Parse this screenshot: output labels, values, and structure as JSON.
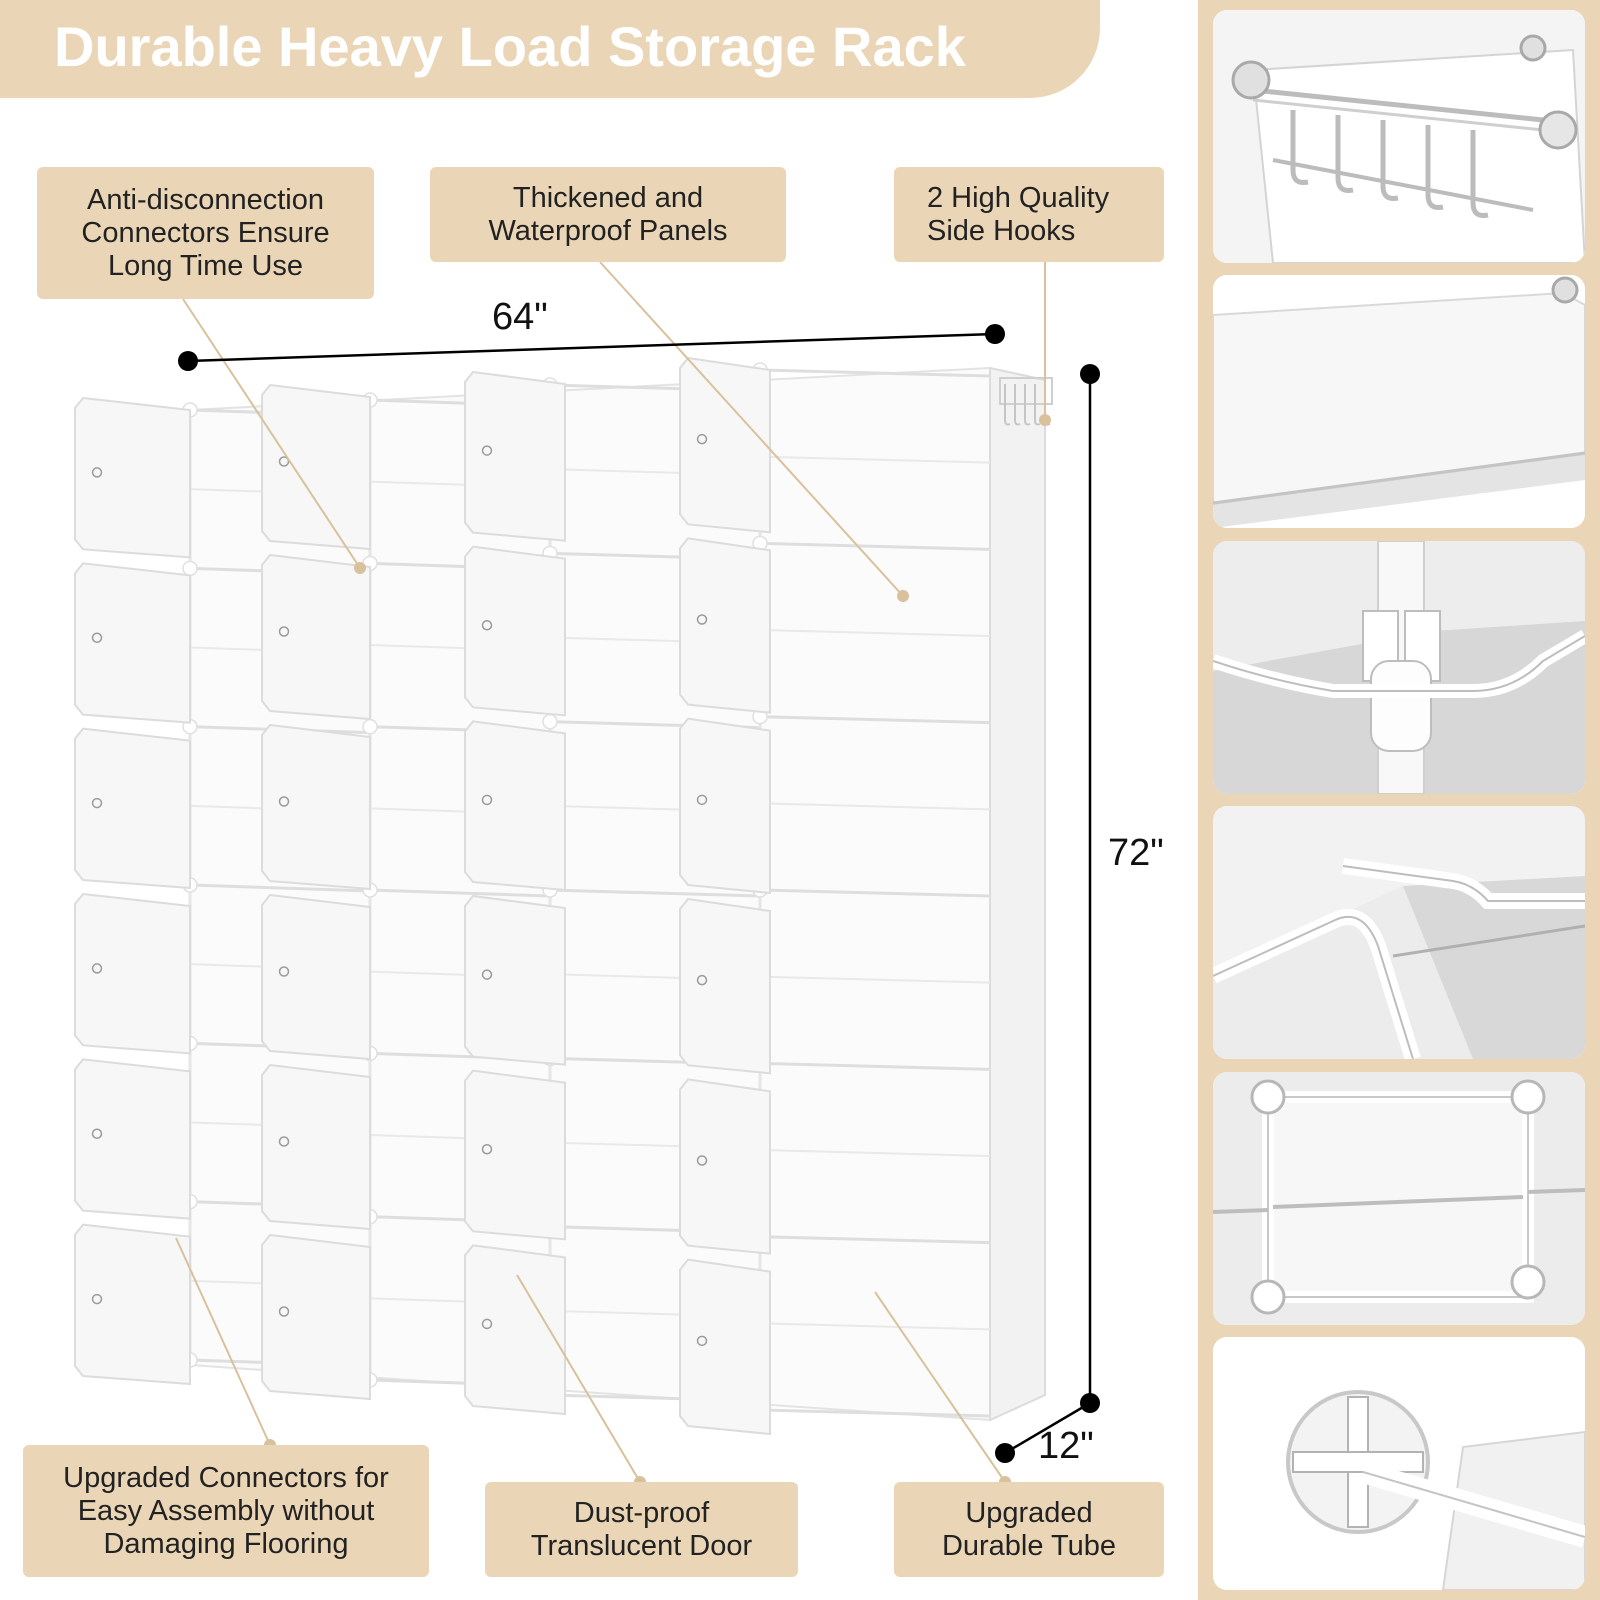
{
  "title": "Durable Heavy Load Storage Rack",
  "labels": {
    "connectors": [
      "Anti-disconnection",
      "Connectors Ensure",
      "Long Time Use"
    ],
    "panels": [
      "Thickened and",
      "Waterproof Panels"
    ],
    "hooks": [
      "2 High Quality",
      "Side Hooks"
    ],
    "upgraded_connectors": [
      "Upgraded Connectors for",
      "Easy Assembly without",
      "Damaging Flooring"
    ],
    "door": [
      "Dust-proof",
      "Translucent Door"
    ],
    "tube": [
      "Upgraded",
      "Durable Tube"
    ]
  },
  "dimensions": {
    "width": "64\"",
    "height": "72\"",
    "depth": "12\""
  },
  "colors": {
    "accent": "#ead6b6",
    "title_text": "#ffffff",
    "label_text": "#222222",
    "leader_line": "#d9c19c"
  },
  "details": [
    "side-hook-detail",
    "waterproof-panel-detail",
    "connector-detail",
    "tube-bend-detail",
    "cube-frame-detail",
    "connector-joint-detail"
  ]
}
